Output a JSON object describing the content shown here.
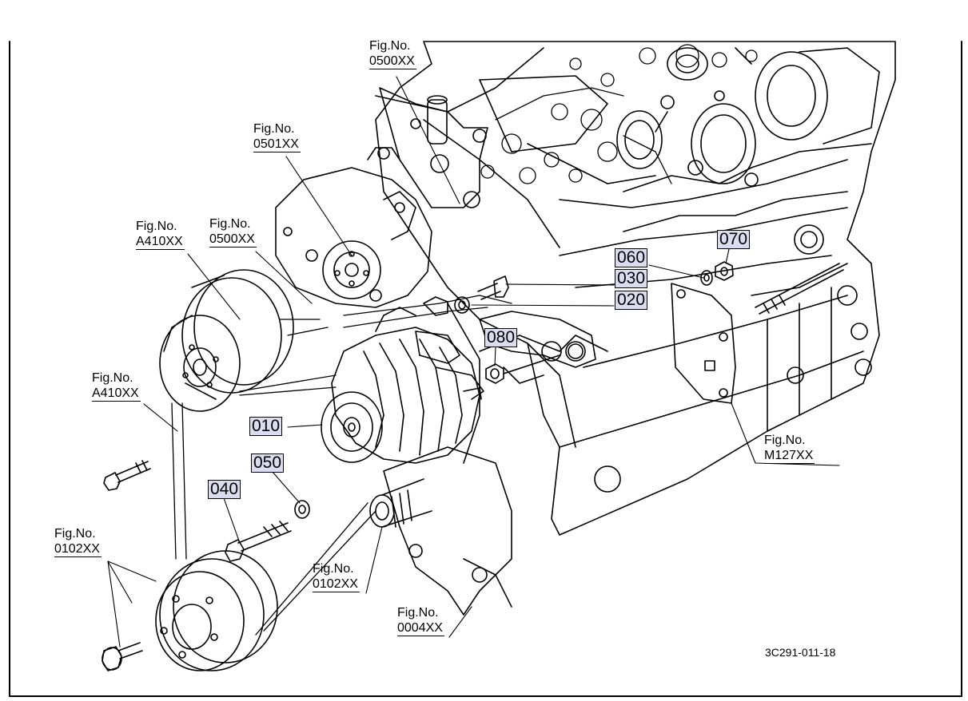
{
  "figure_refs": [
    {
      "id": "fig-0500-top",
      "caption": "Fig.No.",
      "number": "0500XX"
    },
    {
      "id": "fig-0501",
      "caption": "Fig.No.",
      "number": "0501XX"
    },
    {
      "id": "fig-a410-upper",
      "caption": "Fig.No.",
      "number": "A410XX"
    },
    {
      "id": "fig-0500-mid",
      "caption": "Fig.No.",
      "number": "0500XX"
    },
    {
      "id": "fig-a410-lower",
      "caption": "Fig.No.",
      "number": "A410XX"
    },
    {
      "id": "fig-m127",
      "caption": "Fig.No.",
      "number": "M127XX"
    },
    {
      "id": "fig-0102-left",
      "caption": "Fig.No.",
      "number": "0102XX"
    },
    {
      "id": "fig-0102-center",
      "caption": "Fig.No.",
      "number": "0102XX"
    },
    {
      "id": "fig-0004",
      "caption": "Fig.No.",
      "number": "0004XX"
    }
  ],
  "part_callouts": [
    "070",
    "060",
    "030",
    "020",
    "080",
    "010",
    "050",
    "040"
  ],
  "drawing_code": "3C291-011-18",
  "colors": {
    "line": "#000000",
    "callout_fill": "#dcdcf0",
    "background": "#ffffff"
  }
}
